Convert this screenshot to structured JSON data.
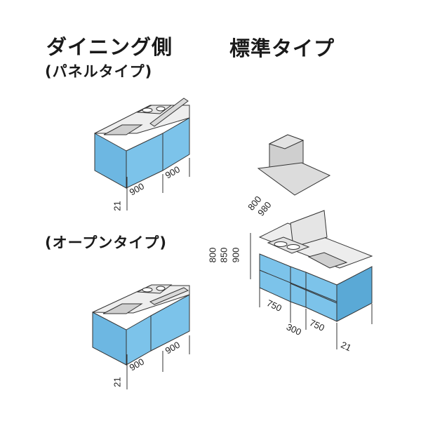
{
  "headings": {
    "dining_side": "ダイニング側",
    "panel_type": "(パネルタイプ)",
    "standard_type": "標準タイプ",
    "open_type": "(オープンタイプ)"
  },
  "panel_unit": {
    "left": "21",
    "mid": "900",
    "right": "900"
  },
  "open_unit": {
    "left": "21",
    "mid": "900",
    "right": "900"
  },
  "standard_unit": {
    "depth_a": "800",
    "depth_b": "980",
    "height_a": "800",
    "height_b": "850",
    "height_c": "900",
    "width_a": "750",
    "width_b": "300",
    "width_c": "750",
    "side": "21"
  },
  "colors": {
    "cabinet": "#7cc3ea",
    "cabinet_dark": "#5aa9d6",
    "top": "#e9e9e9",
    "hood": "#d9d9d9"
  }
}
